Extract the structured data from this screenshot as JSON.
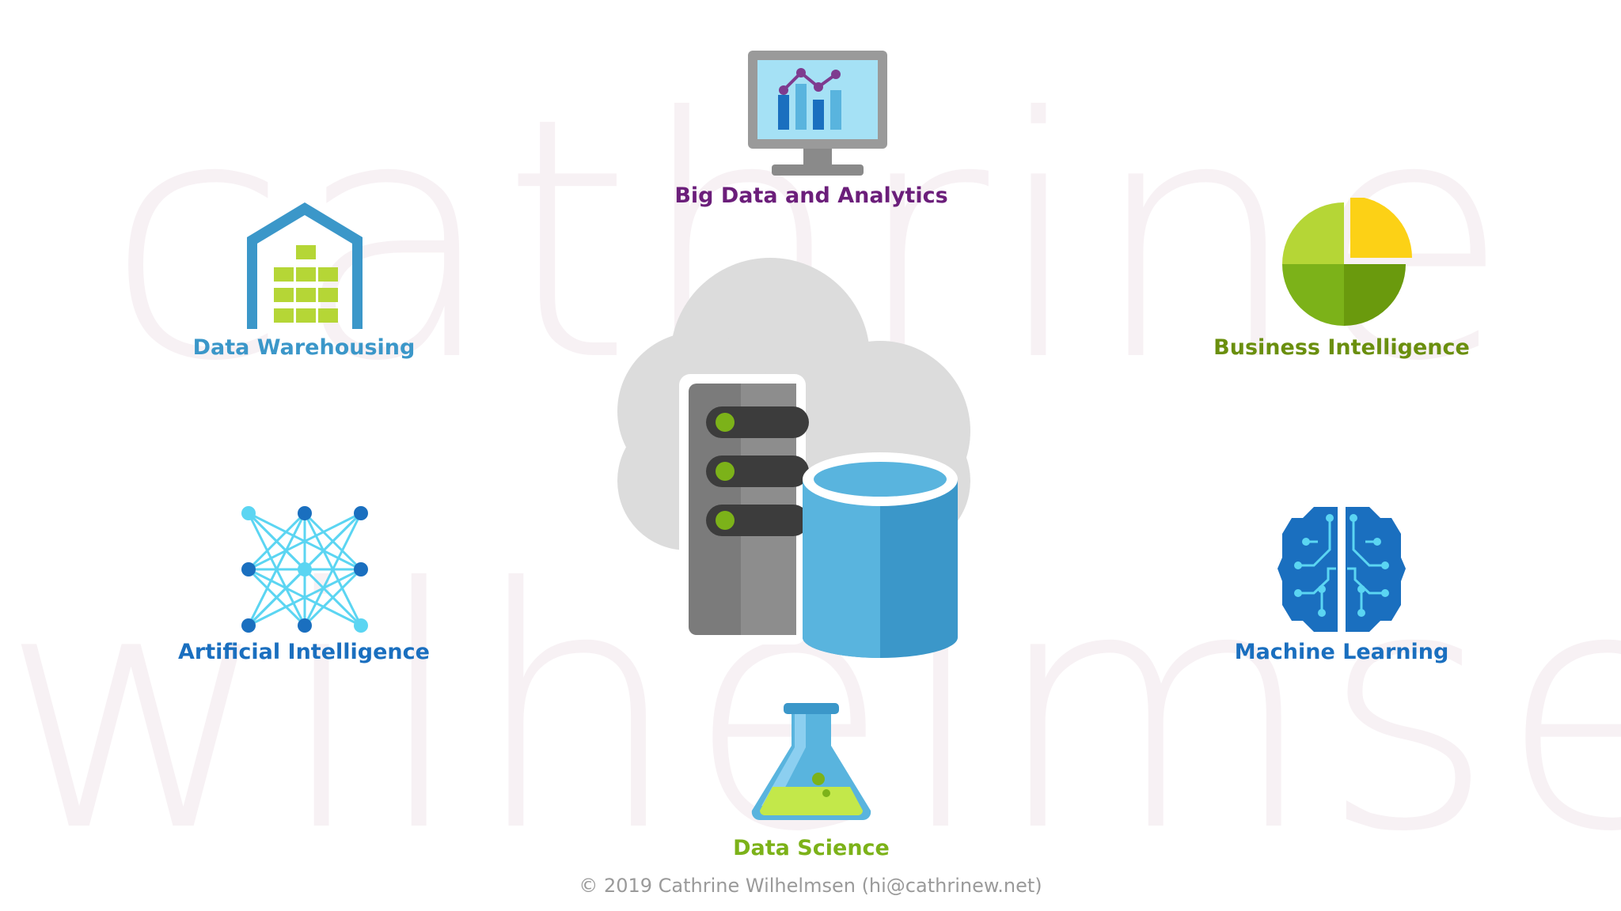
{
  "watermark": {
    "line1": "cathrine",
    "line2": "wilhelmsen"
  },
  "colors": {
    "purple": "#6b1e7a",
    "teal_blue": "#3b97c9",
    "olive_green": "#6a8f0e",
    "blue": "#1a6fbf",
    "lime": "#7cb219",
    "footer_gray": "#9a9a9a"
  },
  "nodes": {
    "big_data": {
      "label": "Big Data and Analytics",
      "icon": "monitor-chart-icon"
    },
    "data_warehousing": {
      "label": "Data Warehousing",
      "icon": "warehouse-icon"
    },
    "business_intelligence": {
      "label": "Business Intelligence",
      "icon": "pie-chart-icon"
    },
    "artificial_intelligence": {
      "label": "Artificial Intelligence",
      "icon": "neural-network-icon"
    },
    "machine_learning": {
      "label": "Machine Learning",
      "icon": "brain-circuit-icon"
    },
    "data_science": {
      "label": "Data Science",
      "icon": "flask-icon"
    },
    "center": {
      "icon": "cloud-server-database-icon"
    }
  },
  "footer": {
    "copyright": "© 2019 Cathrine Wilhelmsen (hi@cathrinew.net)"
  }
}
